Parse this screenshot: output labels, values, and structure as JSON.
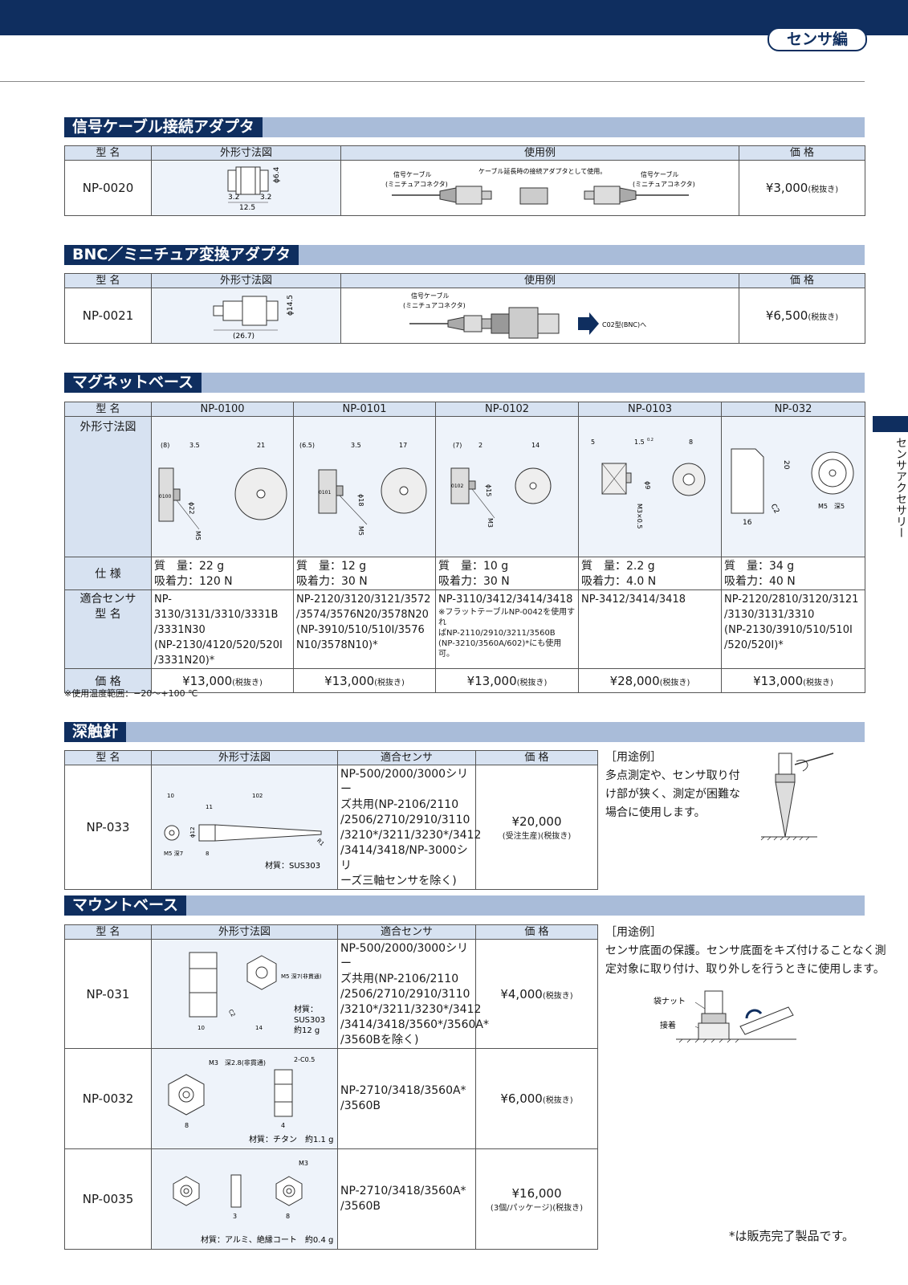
{
  "header": {
    "category": "センサ編"
  },
  "side_tab": "センサアクセサリー",
  "cols": {
    "model": "型 名",
    "figure": "外形寸法図",
    "example": "使用例",
    "price": "価 格",
    "sensor": "適合センサ",
    "spec": "仕 様",
    "sensor_model_a": "適合センサ",
    "sensor_model_b": "型 名"
  },
  "tax": "(税抜き)",
  "sec1": {
    "title": "信号ケーブル接続アダプタ",
    "model": "NP-0020",
    "price": "¥3,000",
    "dims": {
      "d": "ϕ6.4",
      "a": "3.2",
      "b": "3.2",
      "len": "12.5"
    },
    "example": {
      "cable_left": "信号ケーブル",
      "conn_left": "(ミニチュアコネクタ)",
      "caption": "ケーブル延長時の接続アダプタとして使用。",
      "cable_right": "信号ケーブル",
      "conn_right": "(ミニチュアコネクタ)"
    }
  },
  "sec2": {
    "title": "BNC／ミニチュア変換アダプタ",
    "model": "NP-0021",
    "price": "¥6,500",
    "dims": {
      "d": "ϕ14.5",
      "len": "(26.7)"
    },
    "example": {
      "cable": "信号ケーブル",
      "conn": "(ミニチュアコネクタ)",
      "target": "C02型(BNC)へ"
    }
  },
  "sec3": {
    "title": "マグネットベース",
    "models": [
      {
        "name": "NP-0100",
        "mass": "質　量：22 g",
        "force": "吸着力：120 N",
        "sensors": [
          "NP-3130/3131/3310/3331B",
          "/3331N30",
          "(NP-2130/4120/520/520I",
          "/3331N20)*"
        ],
        "notes": [],
        "price": "¥13,000",
        "dims": [
          "(8)",
          "3.5",
          "21",
          "ϕ22",
          "M5",
          "0100"
        ]
      },
      {
        "name": "NP-0101",
        "mass": "質　量：12 g",
        "force": "吸着力：30 N",
        "sensors": [
          "NP-2120/3120/3121/3572",
          "/3574/3576N20/3578N20",
          "(NP-3910/510/510I/3576",
          "N10/3578N10)*"
        ],
        "notes": [],
        "price": "¥13,000",
        "dims": [
          "(6.5)",
          "3.5",
          "17",
          "ϕ18",
          "M5",
          "0101"
        ]
      },
      {
        "name": "NP-0102",
        "mass": "質　量：10 g",
        "force": "吸着力：30 N",
        "sensors": [
          "NP-3110/3412/3414/3418"
        ],
        "notes": [
          "※フラットテーブルNP-0042を使用すれ",
          "ばNP-2110/2910/3211/3560B",
          "(NP-3210/3560A/602)*にも使用可。"
        ],
        "price": "¥13,000",
        "dims": [
          "(7)",
          "2",
          "14",
          "ϕ15",
          "M3",
          "0102"
        ]
      },
      {
        "name": "NP-0103",
        "mass": "質　量：2.2 g",
        "force": "吸着力：4.0 N",
        "sensors": [
          "NP-3412/3414/3418"
        ],
        "notes": [],
        "price": "¥28,000",
        "dims": [
          "5",
          "1.5",
          "8",
          "ϕ9",
          "M3×0.5",
          "0.2"
        ]
      },
      {
        "name": "NP-032",
        "mass": "質　量：34 g",
        "force": "吸着力：40 N",
        "sensors": [
          "NP-2120/2810/3120/3121",
          "/3130/3131/3310",
          "(NP-2130/3910/510/510I",
          "/520/520I)*"
        ],
        "notes": [],
        "price": "¥13,000",
        "dims": [
          "20",
          "C2",
          "16",
          "M5　深5",
          "",
          ""
        ]
      }
    ],
    "footnote": "※使用温度範囲：−20〜+100 ℃"
  },
  "sec4": {
    "title": "深触針",
    "model": "NP-033",
    "sensors": [
      "NP-500/2000/3000シリー",
      "ズ共用(NP-2106/2110",
      "/2506/2710/2910/3110",
      "/3210*/3211/3230*/3412",
      "/3414/3418/NP-3000シリ",
      "ーズ三軸センサを除く)"
    ],
    "price": "¥20,000",
    "price_note": "(受注生産)",
    "material": "材質：SUS303",
    "dims": [
      "10",
      "102",
      "11",
      "ϕ12",
      "R1",
      "M5 深7",
      "8"
    ],
    "usage_title": "［用途例］",
    "usage_lines": [
      "多点測定や、センサ取り付",
      "け部が狭く、測定が困難な",
      "場合に使用します。"
    ]
  },
  "sec5": {
    "title": "マウントベース",
    "rows": [
      {
        "name": "NP-031",
        "sensors": [
          "NP-500/2000/3000シリー",
          "ズ共用(NP-2106/2110",
          "/2506/2710/2910/3110",
          "/3210*/3211/3230*/3412",
          "/3414/3418/3560*/3560A*",
          "/3560Bを除く)"
        ],
        "price": "¥4,000",
        "price_note": "",
        "dims": [
          "M5 深7(非貫通)",
          "C2",
          "10",
          "14"
        ],
        "material": [
          "材質：",
          "SUS303",
          "約12 g"
        ]
      },
      {
        "name": "NP-0032",
        "sensors": [
          "NP-2710/3418/3560A*",
          "/3560B"
        ],
        "price": "¥6,000",
        "price_note": "",
        "dims": [
          "M3　深2.8(非貫通)",
          "2-C0.5",
          "8",
          "4"
        ],
        "material": [
          "材質：チタン　約1.1 g"
        ]
      },
      {
        "name": "NP-0035",
        "sensors": [
          "NP-2710/3418/3560A*",
          "/3560B"
        ],
        "price": "¥16,000",
        "price_note": "(3個/パッケージ)",
        "dims": [
          "M3",
          "3",
          "8"
        ],
        "material": [
          "材質：アルミ、絶縁コート　約0.4 g"
        ]
      }
    ],
    "usage_title": "［用途例］",
    "usage_lines": [
      "センサ底面の保護。センサ底面をキズ付けることなく測",
      "定対象に取り付け、取り外しを行うときに使用します。"
    ],
    "usage_labels": {
      "nut": "袋ナット",
      "glue": "接着"
    }
  },
  "bottom_note": "*は販売完了製品です。"
}
